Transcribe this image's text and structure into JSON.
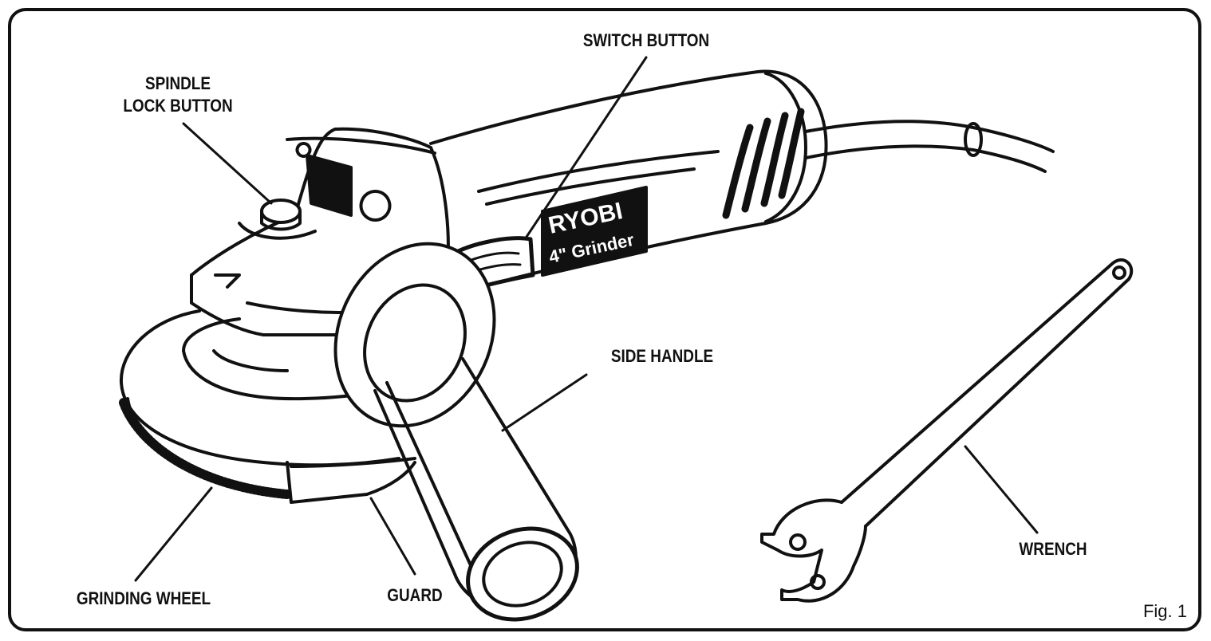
{
  "labels": {
    "switch_button": "SWITCH BUTTON",
    "spindle_lock_line1": "SPINDLE",
    "spindle_lock_line2": "LOCK BUTTON",
    "side_handle": "SIDE HANDLE",
    "grinding_wheel": "GRINDING WHEEL",
    "guard": "GUARD",
    "wrench": "WRENCH"
  },
  "brand": {
    "name": "RYOBI",
    "model": "4\" Grinder"
  },
  "figure": "Fig. 1"
}
